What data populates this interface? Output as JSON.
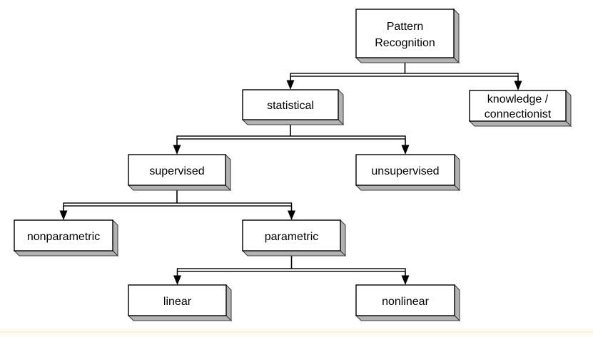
{
  "diagram": {
    "type": "tree-hierarchy",
    "nodes": {
      "pattern_recognition": {
        "line1": "Pattern",
        "line2": "Recognition"
      },
      "statistical": {
        "label": "statistical"
      },
      "knowledge_connectionist": {
        "line1": "knowledge /",
        "line2": "connectionist"
      },
      "supervised": {
        "label": "supervised"
      },
      "unsupervised": {
        "label": "unsupervised"
      },
      "nonparametric": {
        "label": "nonparametric"
      },
      "parametric": {
        "label": "parametric"
      },
      "linear": {
        "label": "linear"
      },
      "nonlinear": {
        "label": "nonlinear"
      }
    },
    "edges": [
      {
        "from": "Pattern Recognition",
        "to": [
          "statistical",
          "knowledge / connectionist"
        ]
      },
      {
        "from": "statistical",
        "to": [
          "supervised",
          "unsupervised"
        ]
      },
      {
        "from": "supervised",
        "to": [
          "nonparametric",
          "parametric"
        ]
      },
      {
        "from": "parametric",
        "to": [
          "linear",
          "nonlinear"
        ]
      }
    ],
    "colors": {
      "background": "#ffffff",
      "box_face": "#ffffff",
      "box_shadow": "#b2b2b2",
      "outline": "#000000",
      "text": "#000000",
      "footer_strip": "#fffdf3",
      "footer_line": "#f0ecdc"
    }
  }
}
